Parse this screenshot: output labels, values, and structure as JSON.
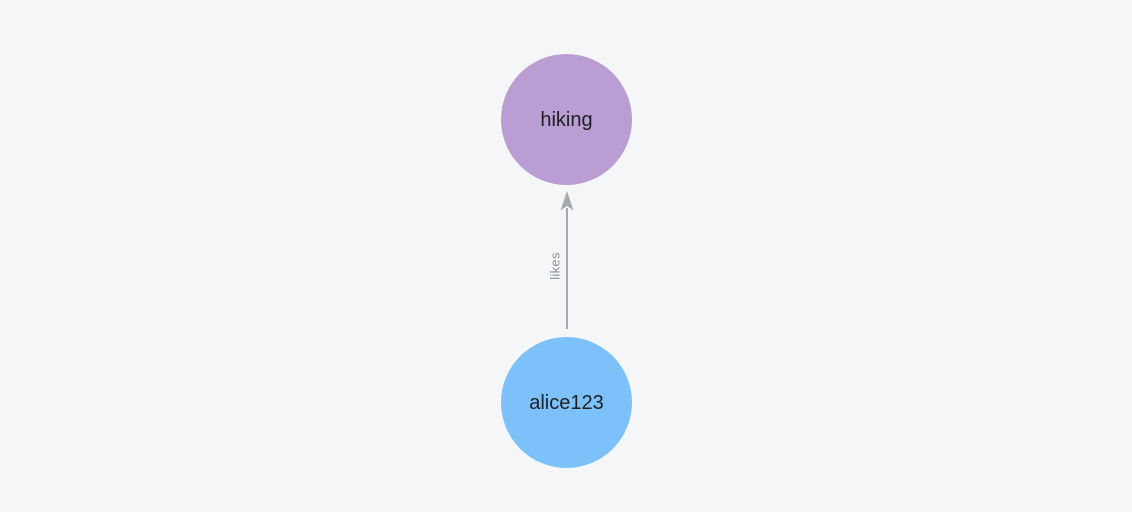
{
  "canvas": {
    "background": "#f5f6f7"
  },
  "graph": {
    "nodes": [
      {
        "label": "hiking",
        "color": "#b99dd3",
        "text_color": "#1f2023"
      },
      {
        "label": "alice123",
        "color": "#7cc1fa",
        "text_color": "#1f2023"
      }
    ],
    "edges": [
      {
        "label": "likes",
        "from": "alice123",
        "to": "hiking",
        "direction": "up",
        "color": "#a6a9b0",
        "label_color": "#8b9096"
      }
    ]
  }
}
